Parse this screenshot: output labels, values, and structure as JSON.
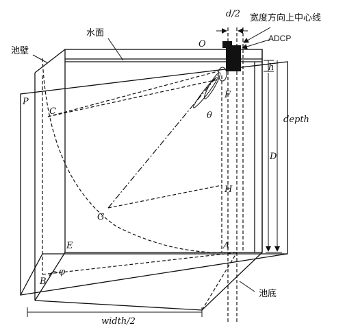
{
  "labels": {
    "water_surface": "水面",
    "pool_wall": "池壁",
    "pool_bottom": "池底",
    "centerline": "宽度方向上中心线",
    "adcp": "ADCP",
    "half_d": "d/2",
    "h": "h",
    "depth": "depth",
    "D": "D",
    "theta": "θ",
    "phi": "φ",
    "width_half": "width/2",
    "pt_O": "O",
    "pt_P": "P",
    "pt_C": "C",
    "pt_F": "F",
    "pt_H": "H",
    "pt_G": "G",
    "pt_E": "E",
    "pt_A": "A",
    "pt_B": "B"
  }
}
